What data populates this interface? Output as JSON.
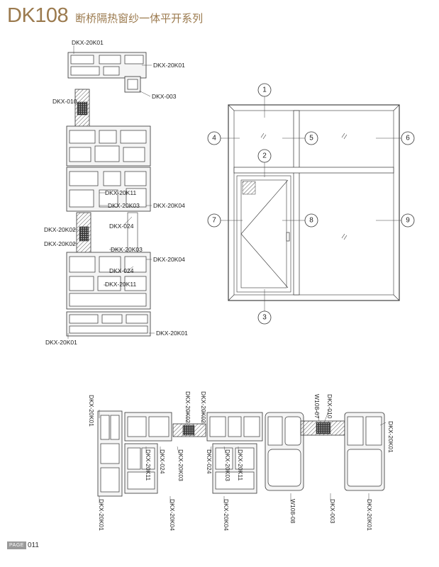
{
  "header": {
    "code": "DK108",
    "name": "断桥隔热窗纱一体平开系列"
  },
  "vertical_section": {
    "labels": [
      "DKX-20K01",
      "DKX-20K01",
      "DKX-003",
      "DKX-010",
      "DKX-20K11",
      "DKX-20K03",
      "DKX-20K04",
      "DKX-024",
      "DKX-20K02",
      "DKX-20K02",
      "DKX-20K03",
      "DKX-20K04",
      "DKX-024",
      "DKX-20K11",
      "DKX-20K01",
      "DKX-20K01"
    ]
  },
  "elevation": {
    "markers": [
      "1",
      "2",
      "3",
      "4",
      "5",
      "6",
      "7",
      "8",
      "9"
    ]
  },
  "horizontal_section": {
    "labels": [
      "DKX-20K01",
      "DKX-20K02",
      "DKX-20K02",
      "W108-07",
      "DKX-010",
      "DKX-20K01",
      "DKX-20K11",
      "DKX-024",
      "DKX-20K03",
      "DKX-024",
      "DKX-20K03",
      "DKX-20K11",
      "DKX-20K01",
      "DKX-20K04",
      "DKX-20K04",
      "W108-08",
      "DKX-003",
      "DKX-20K01"
    ]
  },
  "footer": {
    "tag": "PAGE",
    "number": "011"
  }
}
